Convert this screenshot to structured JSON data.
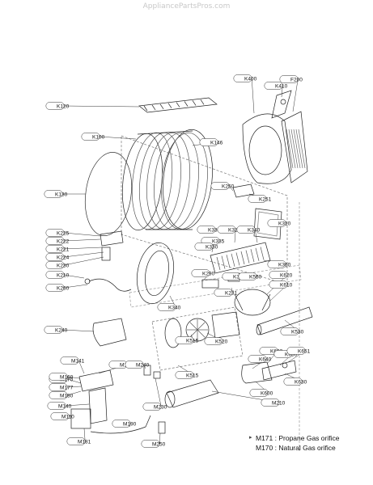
{
  "watermark": "AppliancePartsPros.com",
  "legend": [
    "M171 : Propane Gas orifice",
    "M170 : Natural Gas orifice"
  ],
  "parts": [
    "K120",
    "K100",
    "K146",
    "K400",
    "K410",
    "F200",
    "K130",
    "K250",
    "K251",
    "K225",
    "K222",
    "K221",
    "K224",
    "K230",
    "K210",
    "K260",
    "K336",
    "K335",
    "K330",
    "K320",
    "K340",
    "K310",
    "K350",
    "K360",
    "K560",
    "K290",
    "K620",
    "K610",
    "K231",
    "K340",
    "K240",
    "K515",
    "K520",
    "K530",
    "K640",
    "K602",
    "K650",
    "K651",
    "K630",
    "K600",
    "K515",
    "M141",
    "M190",
    "M150",
    "M240",
    "M177",
    "M170",
    "M140",
    "M110",
    "M160",
    "M180",
    "M230",
    "M250",
    "M181",
    "M210"
  ]
}
